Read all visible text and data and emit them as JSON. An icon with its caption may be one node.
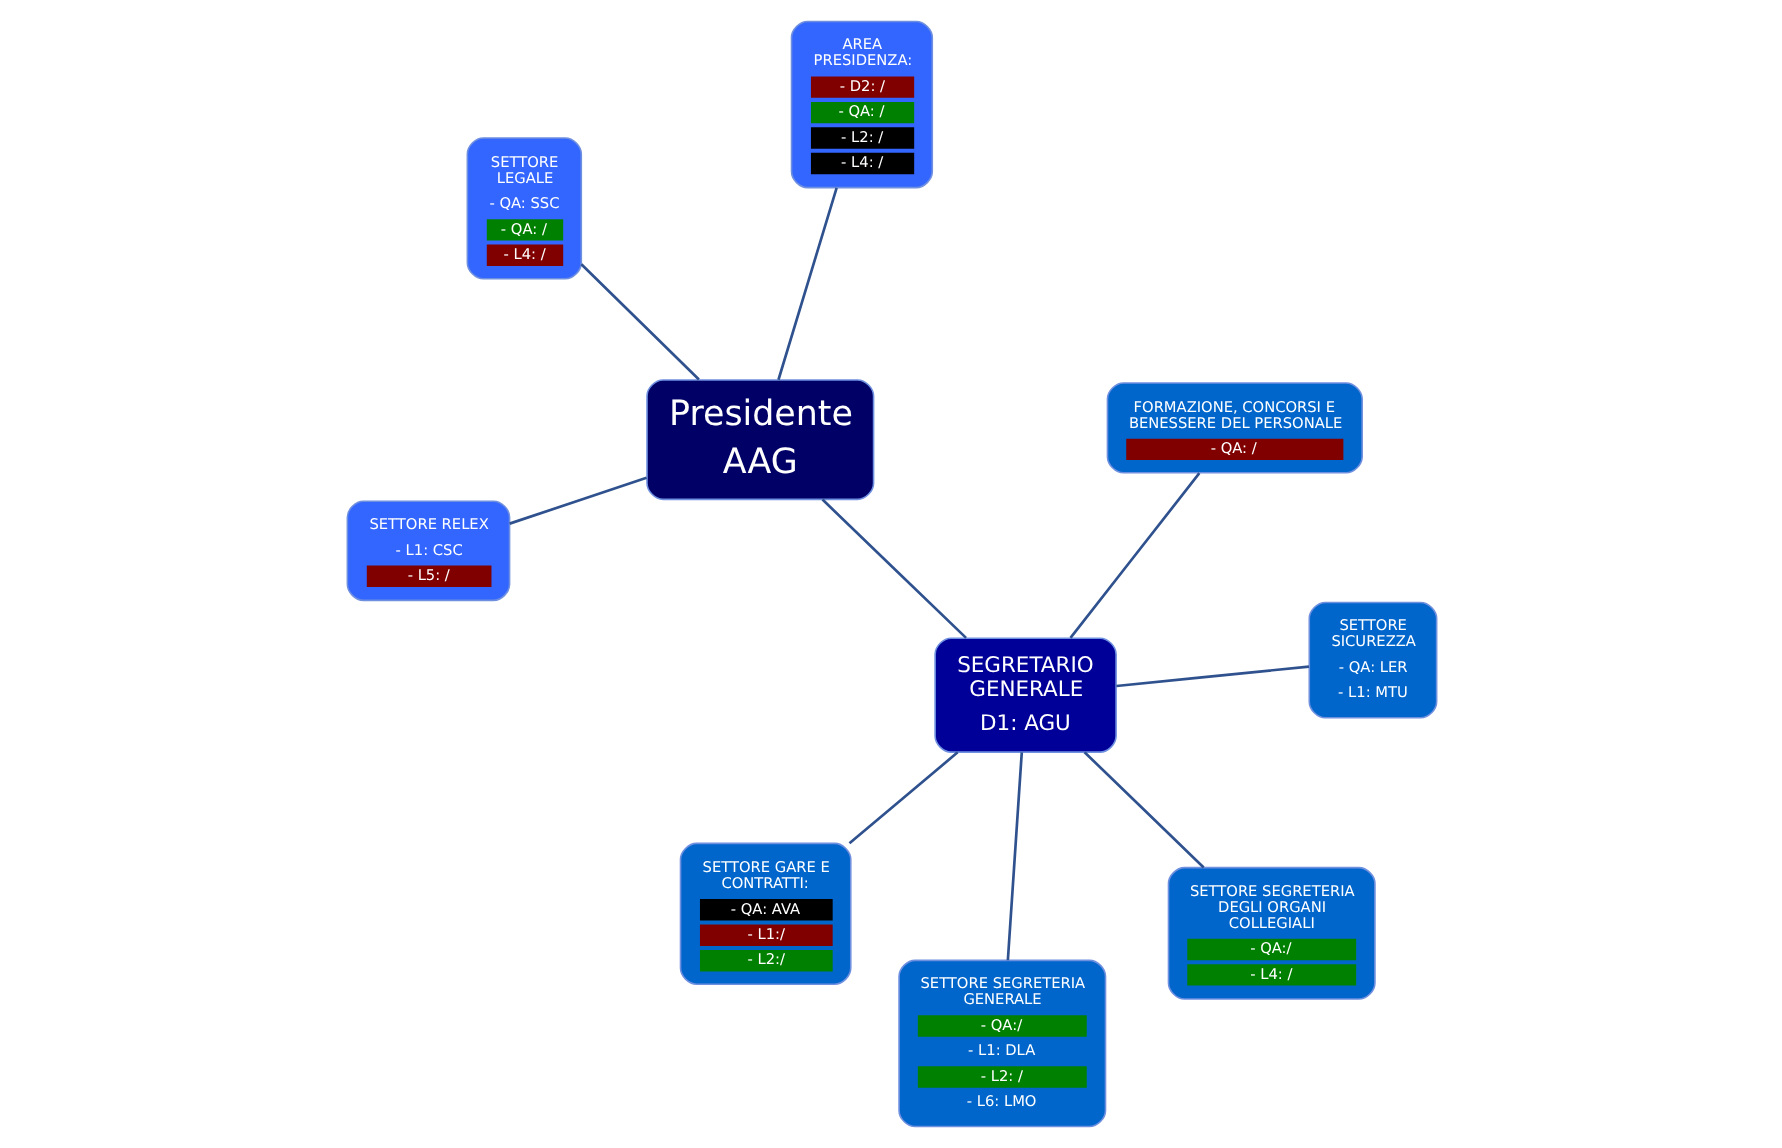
{
  "diagram": {
    "nodes": [
      {
        "text": [
          "Presidente",
          "AAG"
        ]
      },
      {
        "text": [
          "AREA PRESIDENZA:",
          "- D2: /",
          "- QA: /",
          "- L2: /",
          "- L4: /"
        ]
      },
      {
        "text": [
          "SETTORE RELEX",
          "- L1: CSC",
          "- L5: /"
        ]
      },
      {
        "text": [
          "SETTORE LEGALE",
          "- QA: SSC",
          "- QA: /",
          "- L4: /"
        ]
      },
      {
        "text": [
          "SEGRETARIO GENERALE",
          "D1: AGU"
        ]
      },
      {
        "text": [
          "FORMAZIONE, CONCORSI E BENESSERE DEL PERSONALE",
          "- QA: /"
        ]
      },
      {
        "text": [
          "SETTORE GARE E CONTRATTI:",
          "- QA: AVA",
          "- L1:/",
          "- L2:/"
        ]
      },
      {
        "text": [
          "SETTORE SICUREZZA",
          "- QA: LER",
          "- L1: MTU"
        ]
      },
      {
        "text": [
          "SETTORE SEGRETERIA GENERALE",
          "- QA:/",
          "- L1: DLA",
          "- L2: /",
          "- L6: LMO"
        ]
      },
      {
        "text": [
          "SETTORE SEGRETERIA DEGLI ORGANI COLLEGIALI",
          "- QA:/",
          "- L4: /"
        ]
      }
    ],
    "edges": [
      {
        "from": 0,
        "to": 1,
        "arrow": "none"
      },
      {
        "from": 0,
        "to": 2,
        "arrow": "none"
      },
      {
        "from": 0,
        "to": 3,
        "arrow": "none"
      },
      {
        "from": 0,
        "to": 4,
        "arrow": "none"
      },
      {
        "from": 4,
        "to": 5,
        "arrow": "none"
      },
      {
        "from": 4,
        "to": 6,
        "arrow": "none"
      },
      {
        "from": 4,
        "to": 7,
        "arrow": "none"
      },
      {
        "from": 4,
        "to": 8,
        "arrow": "none"
      },
      {
        "from": 4,
        "to": 9,
        "arrow": "none"
      }
    ]
  }
}
